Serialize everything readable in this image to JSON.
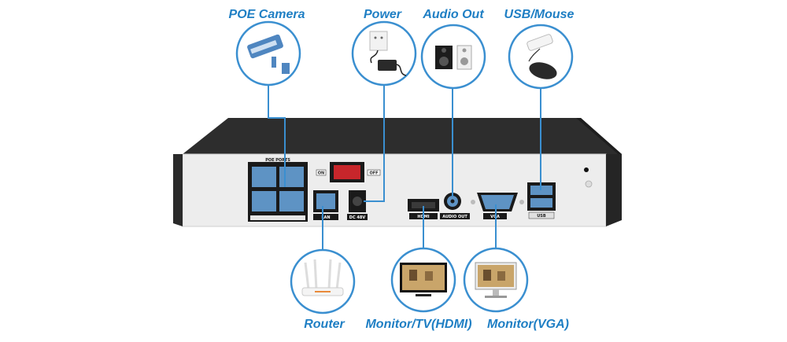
{
  "labels": {
    "poe_camera": "POE Camera",
    "power": "Power",
    "audio_out": "Audio Out",
    "usb_mouse": "USB/Mouse",
    "router": "Router",
    "monitor_hdmi": "Monitor/TV(HDMI)",
    "monitor_vga": "Monitor(VGA)"
  },
  "panel": {
    "poe_ports": "POE PORTS",
    "on": "ON",
    "off": "OFF",
    "lan": "LAN",
    "dc": "DC 48V",
    "hdmi": "HDMI",
    "audio": "AUDIO OUT",
    "vga": "VGA",
    "usb": "USB"
  },
  "colors": {
    "accent": "#1f7fc4",
    "line": "#3a8fd0",
    "port_blue": "#5e93c4",
    "chassis": "#2c2c2c"
  }
}
